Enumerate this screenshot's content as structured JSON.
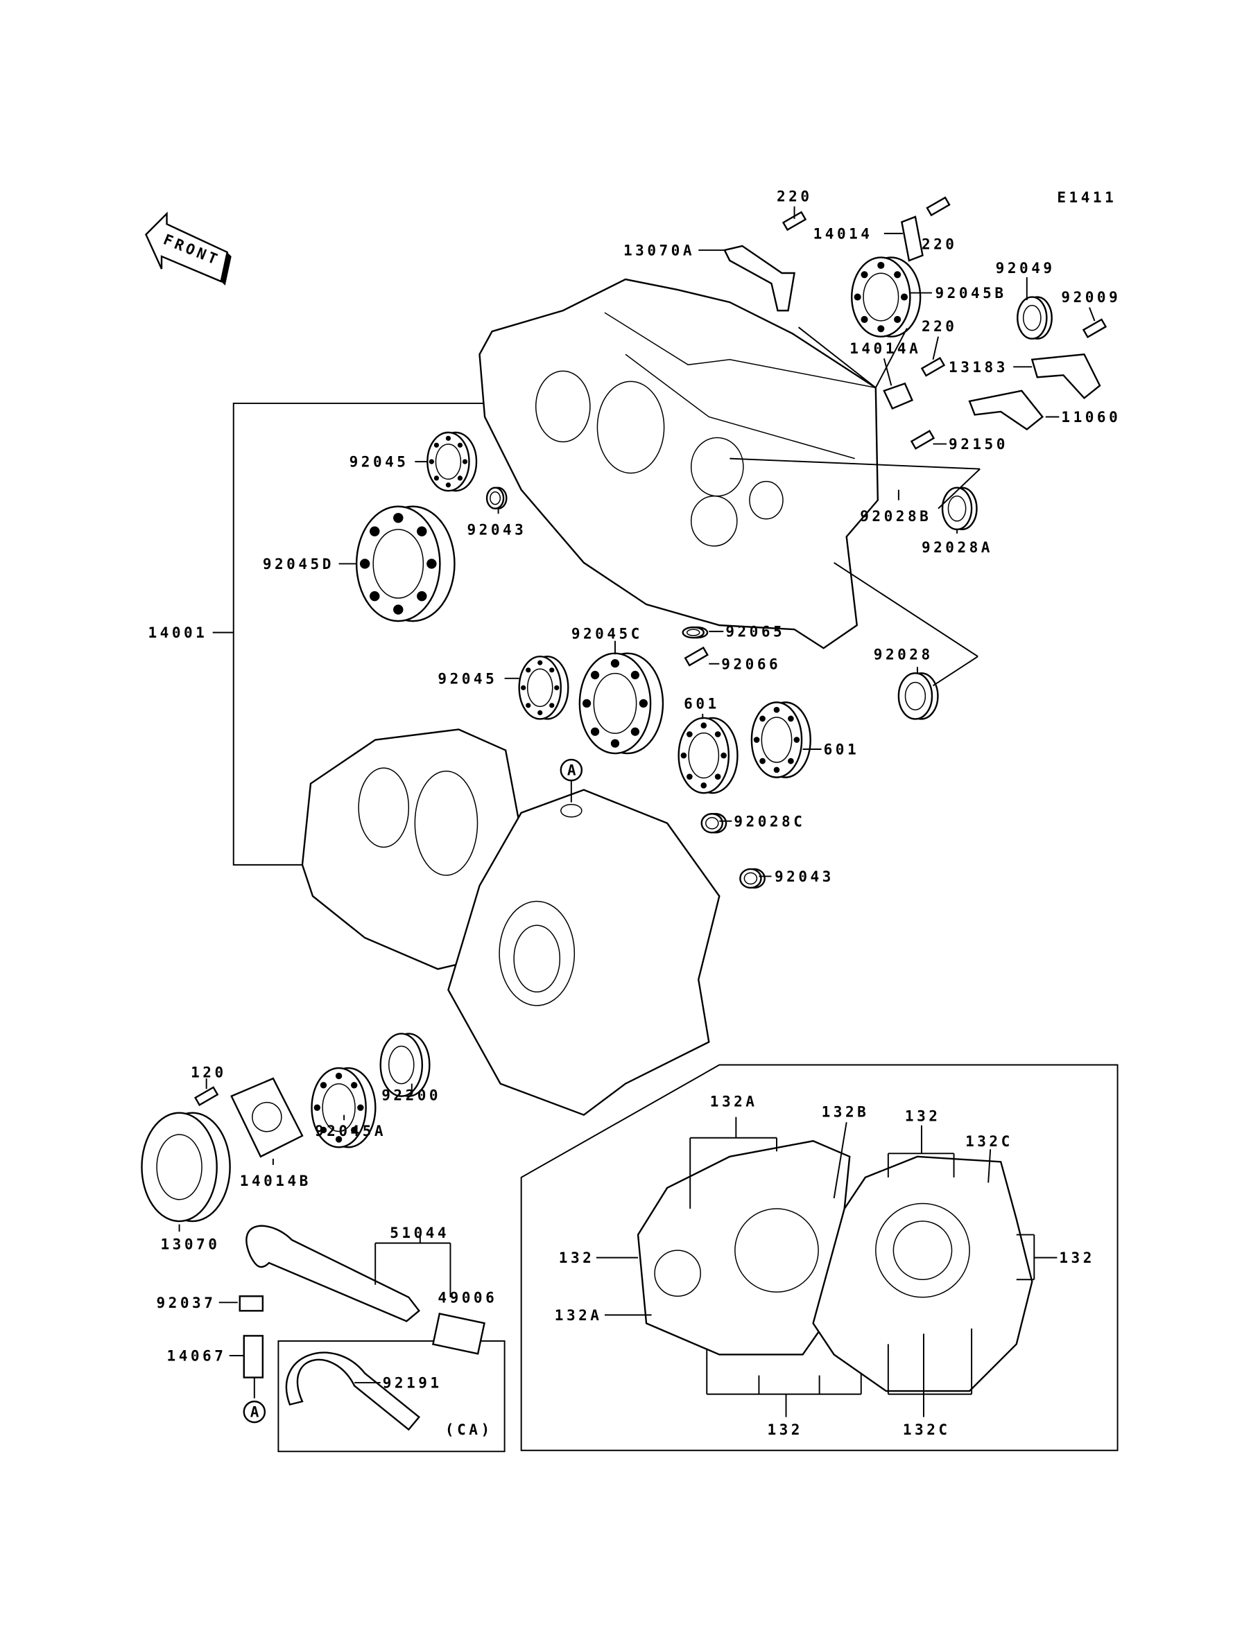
{
  "diagram_code": "E1411",
  "front_marker": "FRONT",
  "callouts": [
    "220",
    "14014",
    "220",
    "13070A",
    "92045B",
    "92049",
    "92009",
    "220",
    "14014A",
    "13183",
    "11060",
    "92150",
    "92045",
    "92043",
    "92028B",
    "92028A",
    "92045D",
    "14001",
    "92045C",
    "92065",
    "92066",
    "92028",
    "92045",
    "601",
    "601",
    "92028C",
    "92043",
    "120",
    "92200",
    "92045A",
    "14014B",
    "132A",
    "132B",
    "132",
    "132C",
    "13070",
    "51044",
    "132",
    "132",
    "92037",
    "49006",
    "132A",
    "14067",
    "92191",
    "(CA)",
    "132",
    "132C"
  ],
  "reference_markers": [
    "A",
    "A"
  ]
}
